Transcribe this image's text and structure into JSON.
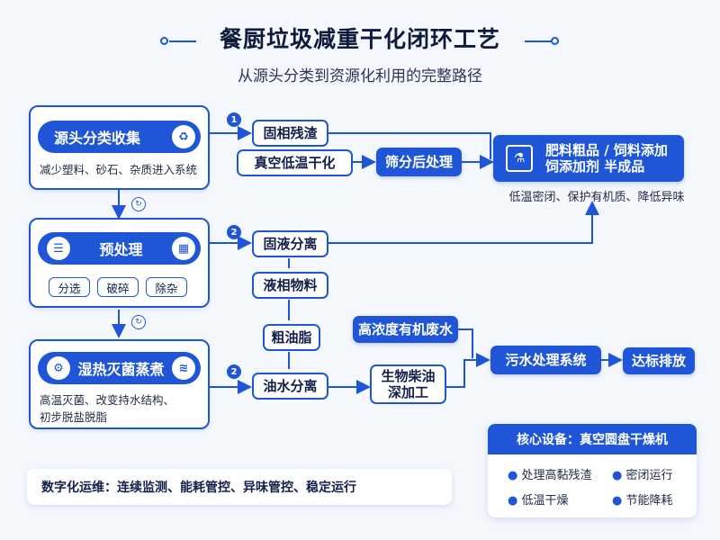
{
  "header": {
    "title": "餐厨垃圾减重干化闭环工艺",
    "subtitle": "从源头分类到资源化利用的完整路径"
  },
  "stage1": {
    "label": "源头分类收集",
    "note": "减少塑料、砂石、杂质进入系统",
    "icon": "recycle-icon"
  },
  "stage2": {
    "label": "预处理",
    "tags": [
      "分选",
      "破碎",
      "除杂"
    ],
    "icon": "cubes-icon"
  },
  "stage3": {
    "label": "湿热灭菌蒸煮",
    "note_lines": [
      "高温灭菌、改变持水结构、",
      "初步脱盐脱脂"
    ],
    "icon": "steam-icon"
  },
  "digital": {
    "text": "数字化运维：连续监测、能耗管控、异味管控、稳定运行"
  },
  "badges": {
    "b1": "1",
    "b2": "2",
    "b3": "2"
  },
  "nodes": {
    "solid_residue": "固相残渣",
    "vacuum_drying": "真空低温干化",
    "screening": "筛分后处理",
    "product": "肥料粗品 / 饲料添加\n饲添加剂 半成品",
    "product_note": "低温密闭、保护有机质、降低异味",
    "solid_liquid_sep": "固液分离",
    "liquid_material": "液相物料",
    "crude_oil": "粗油脂",
    "oil_water_sep": "油水分离",
    "high_conc_water": "高浓度有机废水",
    "biodiesel": "生物柴油\n深加工",
    "sewage_system": "污水处理系统",
    "discharge": "达标排放"
  },
  "core_equipment": {
    "title": "核心设备：真空圆盘干燥机",
    "items": [
      "处理高黏残渣",
      "密闭运行",
      "低温干燥",
      "节能降耗"
    ]
  },
  "colors": {
    "accent": "#1f56d8",
    "background": "#f4f7fc"
  }
}
